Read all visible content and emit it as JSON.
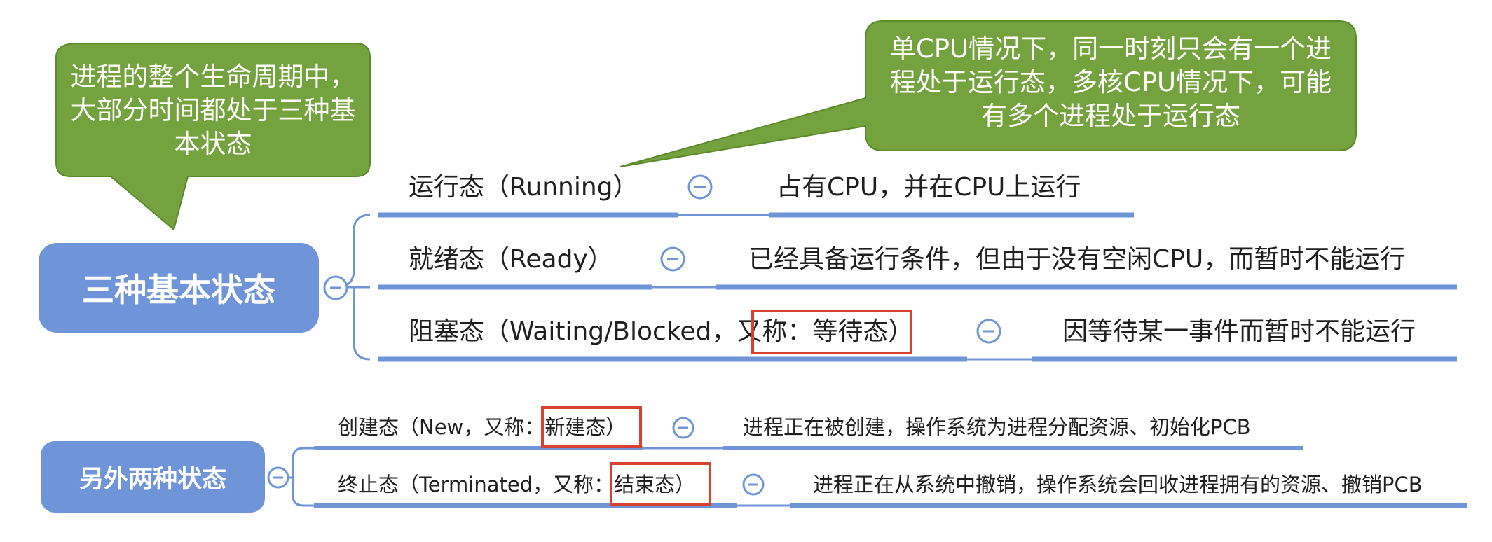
{
  "colors": {
    "root_fill": "#6f95d8",
    "branch_line": "#6f95d8",
    "callout_fill": "#74a23e",
    "callout_border": "#5a8a2a",
    "highlight_border": "#d8412f",
    "text": "#1f1f1f"
  },
  "callouts": {
    "left": "进程的整个生命周期中，大部分时间都处于三种基本状态",
    "right": "单CPU情况下，同一时刻只会有一个进程处于运行态，多核CPU情况下，可能有多个进程处于运行态"
  },
  "basic": {
    "title": "三种基本状态",
    "items": [
      {
        "state": "运行态（Running）",
        "desc": "占有CPU，并在CPU上运行"
      },
      {
        "state": "就绪态（Ready）",
        "desc": "已经具备运行条件，但由于没有空闲CPU，而暂时不能运行"
      },
      {
        "state": "阻塞态（Waiting/Blocked，",
        "state_highlight": "又称：等待态",
        "state_end": "）",
        "desc": "因等待某一事件而暂时不能运行"
      }
    ]
  },
  "other": {
    "title": "另外两种状态",
    "items": [
      {
        "state": "创建态（New，又称：",
        "state_highlight": "新建态）",
        "desc": "进程正在被创建，操作系统为进程分配资源、初始化PCB"
      },
      {
        "state": "终止态（Terminated，又称：",
        "state_highlight": "结束态）",
        "desc": "进程正在从系统中撤销，操作系统会回收进程拥有的资源、撤销PCB"
      }
    ]
  },
  "icons": {
    "collapse": "minus-circle-icon"
  }
}
